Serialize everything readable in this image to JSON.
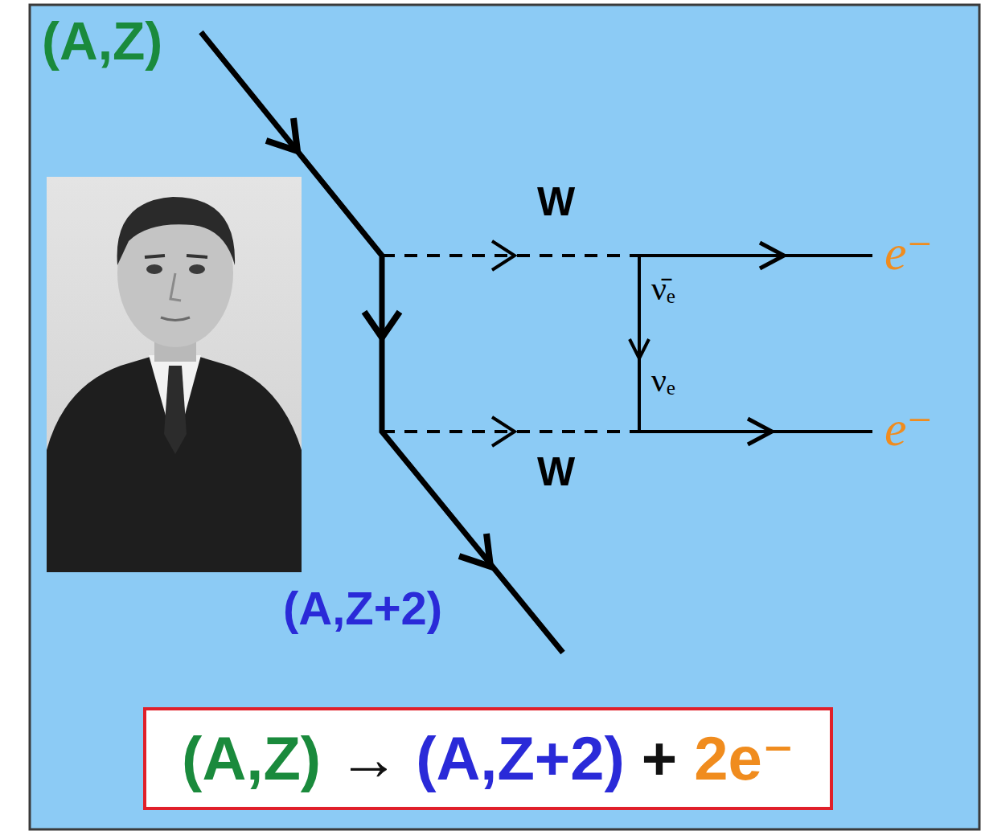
{
  "diagram": {
    "nodes": [
      {
        "text": [
          "(A,Z)",
          "→",
          "(A,Z+2)",
          "+",
          "2e⁻"
        ]
      }
    ],
    "labels": [
      "(A,Z)",
      "W",
      "e⁻",
      "ν̄ₑ",
      "νₑ",
      "e⁻",
      "W",
      "(A,Z+2)"
    ]
  }
}
